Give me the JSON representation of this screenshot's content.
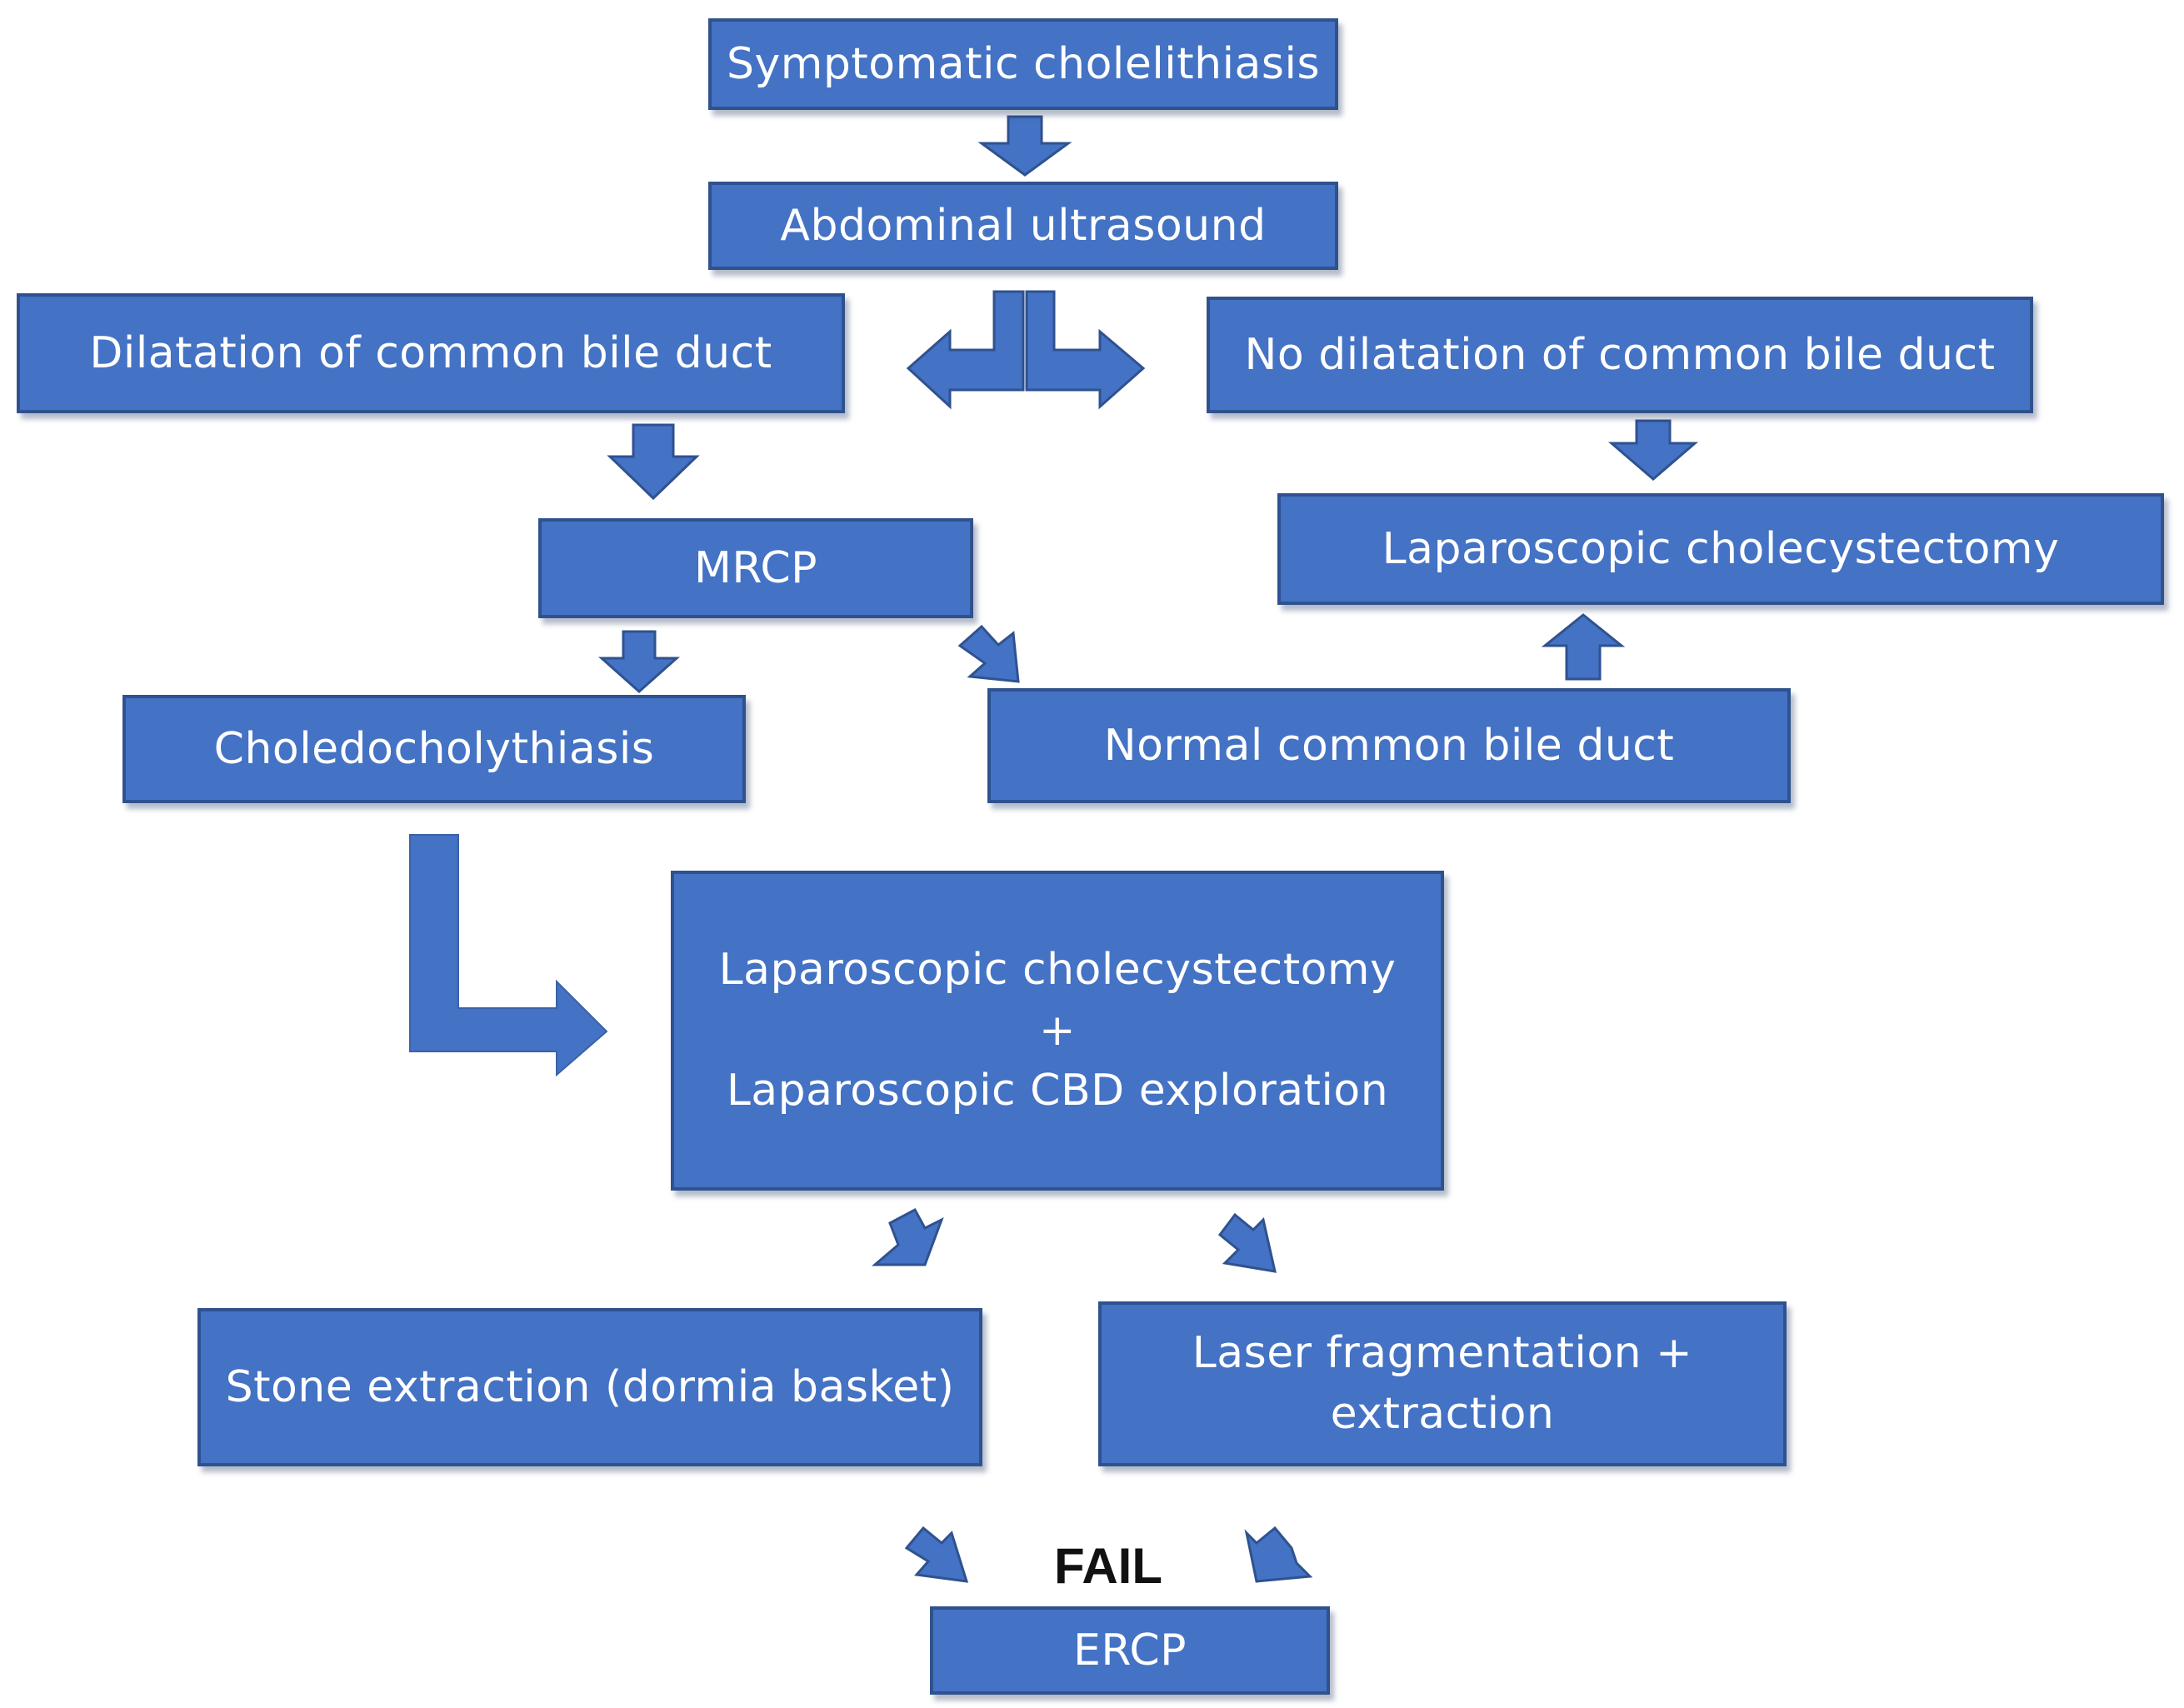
{
  "diagram": {
    "nodes": {
      "symptomatic": "Symptomatic cholelithiasis",
      "ultrasound": "Abdominal ultrasound",
      "dilatation": "Dilatation of common bile duct",
      "no_dilatation": "No dilatation of common bile duct",
      "mrcp": "MRCP",
      "lap_chole_right": "Laparoscopic cholecystectomy",
      "choledocholithiasis": "Choledocholythiasis",
      "normal_cbd": "Normal common bile duct",
      "lap_chole_combined": {
        "line1": "Laparoscopic cholecystectomy",
        "line2": "+",
        "line3": "Laparoscopic CBD exploration"
      },
      "stone_extraction": "Stone extraction (dormia basket)",
      "laser": {
        "line1": "Laser fragmentation +",
        "line2": "extraction"
      },
      "ercp": "ERCP"
    },
    "fail_label": "FAIL",
    "colors": {
      "box_fill": "#4472c4",
      "box_border": "#2f528f",
      "text": "#ffffff"
    }
  }
}
